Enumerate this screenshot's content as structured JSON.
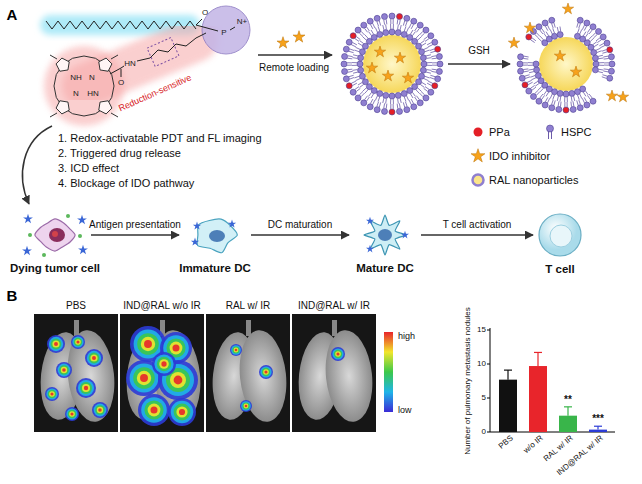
{
  "diagram": {
    "nodes": [
      {
        "text": [
          "Dying tumor cell"
        ]
      },
      {
        "text": [
          "Immature DC"
        ]
      },
      {
        "text": [
          "Mature DC"
        ]
      },
      {
        "text": [
          "T cell"
        ]
      },
      {
        "text": [
          "PBS"
        ]
      },
      {
        "text": [
          "IND@RAL w/o IR"
        ]
      },
      {
        "text": [
          "RAL w/ IR"
        ]
      },
      {
        "text": [
          "IND@RAL w/ IR"
        ]
      }
    ],
    "edges": [
      {
        "from": 0,
        "to": 1,
        "arrow": "to",
        "label": "Antigen presentation"
      },
      {
        "from": 1,
        "to": 2,
        "arrow": "to",
        "label": "DC maturation"
      },
      {
        "from": 2,
        "to": 3,
        "arrow": "to",
        "label": "T cell activation"
      }
    ],
    "labels": [
      "A",
      "Reduction-sensitive",
      "NH",
      "N",
      "N",
      "HN",
      "HN",
      "O",
      "O",
      "P",
      "N+",
      "Remote loading",
      "GSH",
      "1. Redox-activatable PDT and FL imaging",
      "2. Triggered drug release",
      "3. ICD effect",
      "4. Blockage of IDO pathway",
      "B",
      "high",
      "low",
      "Number of pulmonary metastasis nodules",
      "0",
      "5",
      "10",
      "15",
      "PBS",
      "w/o IR",
      "RAL w/ IR",
      "IND@RAL w/ IR",
      "**",
      "***"
    ],
    "legend": [
      {
        "text": "PPa",
        "color": "#e41f26"
      },
      {
        "text": "HSPC"
      },
      {
        "text": "IDO inhibitor"
      },
      {
        "text": "RAL nanoparticles"
      }
    ]
  }
}
